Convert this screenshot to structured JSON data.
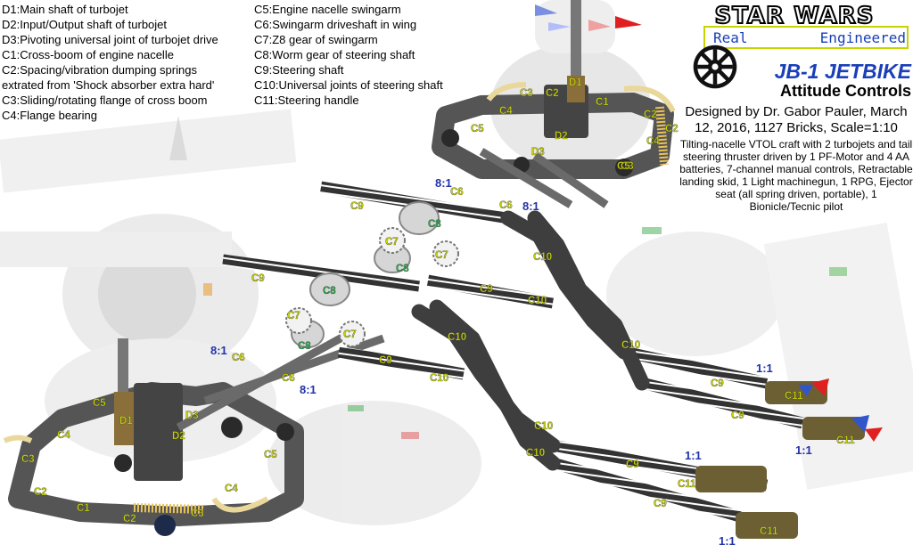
{
  "legend_left": [
    "D1:Main shaft of turbojet",
    "D2:Input/Output shaft of turbojet",
    "D3:Pivoting universal joint of turbojet drive",
    "C1:Cross-boom of engine nacelle",
    "C2:Spacing/vibration dumping springs",
    "extrated from 'Shock absorber extra hard'",
    "C3:Sliding/rotating flange of cross boom",
    "C4:Flange bearing"
  ],
  "legend_middle": [
    "C5:Engine nacelle swingarm",
    "C6:Swingarm driveshaft in wing",
    "C7:Z8 gear of swingarm",
    "C8:Worm gear of steering shaft",
    "C9:Steering shaft",
    "C10:Universal joints of steering shaft",
    "C11:Steering handle"
  ],
  "logo": {
    "line1": "STAR WARS",
    "line2": "Real",
    "line3": "Engineered",
    "emblem": "imperial-cog-emblem-icon"
  },
  "title": "JB-1 JETBIKE",
  "subtitle": "Attitude Controls",
  "designer": "Designed by Dr. Gabor Pauler, March 12, 2016, 1127 Bricks, Scale=1:10",
  "description": "Tilting-nacelle VTOL craft with 2 turbojets and tail steering thruster driven by 1 PF-Motor and 4 AA batteries, 7-channel manual controls, Retractable landing skid, 1 Light machinegun, 1 RPG, Ejector seat (all spring driven, portable), 1 Bionicle/Tecnic pilot",
  "colors": {
    "label_yellow": "#c8d400",
    "label_green": "#2fa84f",
    "ratio_blue": "#2233aa",
    "title_blue": "#1a3fb8",
    "arrow_red": "#e02020",
    "arrow_blue": "#3355cc"
  },
  "part_labels": [
    {
      "text": "D1",
      "c": "y"
    },
    {
      "text": "C1",
      "c": "y"
    },
    {
      "text": "C2",
      "c": "y"
    },
    {
      "text": "C3",
      "c": "y"
    },
    {
      "text": "C2",
      "c": "y"
    },
    {
      "text": "C4",
      "c": "y"
    },
    {
      "text": "C5",
      "c": "y"
    },
    {
      "text": "D2",
      "c": "y"
    },
    {
      "text": "D3",
      "c": "y"
    },
    {
      "text": "C2",
      "c": "y"
    },
    {
      "text": "C4",
      "c": "y"
    },
    {
      "text": "C3",
      "c": "y"
    },
    {
      "text": "C5",
      "c": "y"
    },
    {
      "text": "C6",
      "c": "y"
    },
    {
      "text": "C6",
      "c": "y"
    },
    {
      "text": "C9",
      "c": "y"
    },
    {
      "text": "C8",
      "c": "g"
    },
    {
      "text": "C7",
      "c": "y"
    },
    {
      "text": "C8",
      "c": "g"
    },
    {
      "text": "C7",
      "c": "y"
    },
    {
      "text": "C10",
      "c": "y"
    },
    {
      "text": "C9",
      "c": "y"
    },
    {
      "text": "C8",
      "c": "g"
    },
    {
      "text": "C9",
      "c": "y"
    },
    {
      "text": "C10",
      "c": "y"
    },
    {
      "text": "C7",
      "c": "y"
    },
    {
      "text": "C8",
      "c": "g"
    },
    {
      "text": "C7",
      "c": "y"
    },
    {
      "text": "C10",
      "c": "y"
    },
    {
      "text": "C10",
      "c": "y"
    },
    {
      "text": "C9",
      "c": "y"
    },
    {
      "text": "C6",
      "c": "y"
    },
    {
      "text": "C6",
      "c": "y"
    },
    {
      "text": "C5",
      "c": "y"
    },
    {
      "text": "D1",
      "c": "y"
    },
    {
      "text": "D3",
      "c": "y"
    },
    {
      "text": "D2",
      "c": "y"
    },
    {
      "text": "C4",
      "c": "y"
    },
    {
      "text": "C3",
      "c": "y"
    },
    {
      "text": "C2",
      "c": "y"
    },
    {
      "text": "C1",
      "c": "y"
    },
    {
      "text": "C2",
      "c": "y"
    },
    {
      "text": "C3",
      "c": "y"
    },
    {
      "text": "C4",
      "c": "y"
    },
    {
      "text": "C5",
      "c": "y"
    },
    {
      "text": "C10",
      "c": "y"
    },
    {
      "text": "C10",
      "c": "y"
    },
    {
      "text": "C10",
      "c": "y"
    },
    {
      "text": "C9",
      "c": "y"
    },
    {
      "text": "C9",
      "c": "y"
    },
    {
      "text": "C9",
      "c": "y"
    },
    {
      "text": "C9",
      "c": "y"
    },
    {
      "text": "C11",
      "c": "y"
    },
    {
      "text": "C11",
      "c": "y"
    },
    {
      "text": "C11",
      "c": "y"
    },
    {
      "text": "C11",
      "c": "y"
    }
  ],
  "ratio_labels": [
    "8:1",
    "8:1",
    "8:1",
    "8:1",
    "1:1",
    "1:1",
    "1:1",
    "1:1"
  ]
}
